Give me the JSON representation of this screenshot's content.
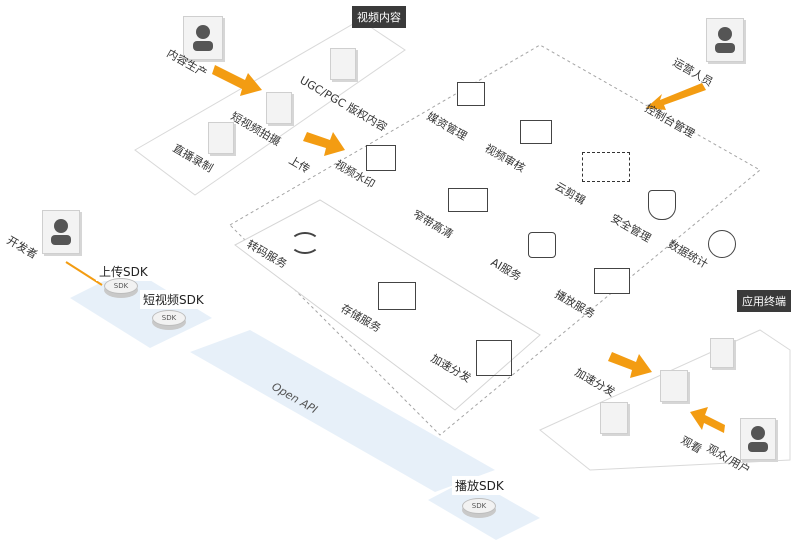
{
  "groups": {
    "video_content": "视频内容",
    "app_terminal": "应用终端"
  },
  "actors": {
    "content_producer": "内容生产",
    "operator": "运营人员",
    "developer": "开发者",
    "viewer": "观众/用户"
  },
  "sources": {
    "ugc_pgc": "UGC/PGC 版权内容",
    "short_video_shoot": "短视频拍摄",
    "live_record": "直播录制"
  },
  "flows": {
    "upload": "上传",
    "console_manage": "控制台管理",
    "accel_distribute": "加速分发",
    "watch": "观看"
  },
  "services": {
    "media_manage": "媒资管理",
    "video_review": "视频审核",
    "cloud_edit": "云剪辑",
    "video_watermark": "视频水印",
    "narrowband_hd": "窄带高清",
    "security_manage": "安全管理",
    "data_stats": "数据统计",
    "ai_service": "AI服务",
    "play_service": "播放服务",
    "transcode": "转码服务",
    "storage": "存储服务",
    "accel_distribute": "加速分发"
  },
  "sdk": {
    "upload_sdk": "上传SDK",
    "short_video_sdk": "短视频SDK",
    "player_sdk": "播放SDK",
    "disc_label": "SDK",
    "open_api": "Open API"
  },
  "colors": {
    "accent_orange": "#f39c12",
    "band_blue": "#e3eef8",
    "dash_gray": "#9a9a9a",
    "dark_tag": "#3a3a3a"
  }
}
